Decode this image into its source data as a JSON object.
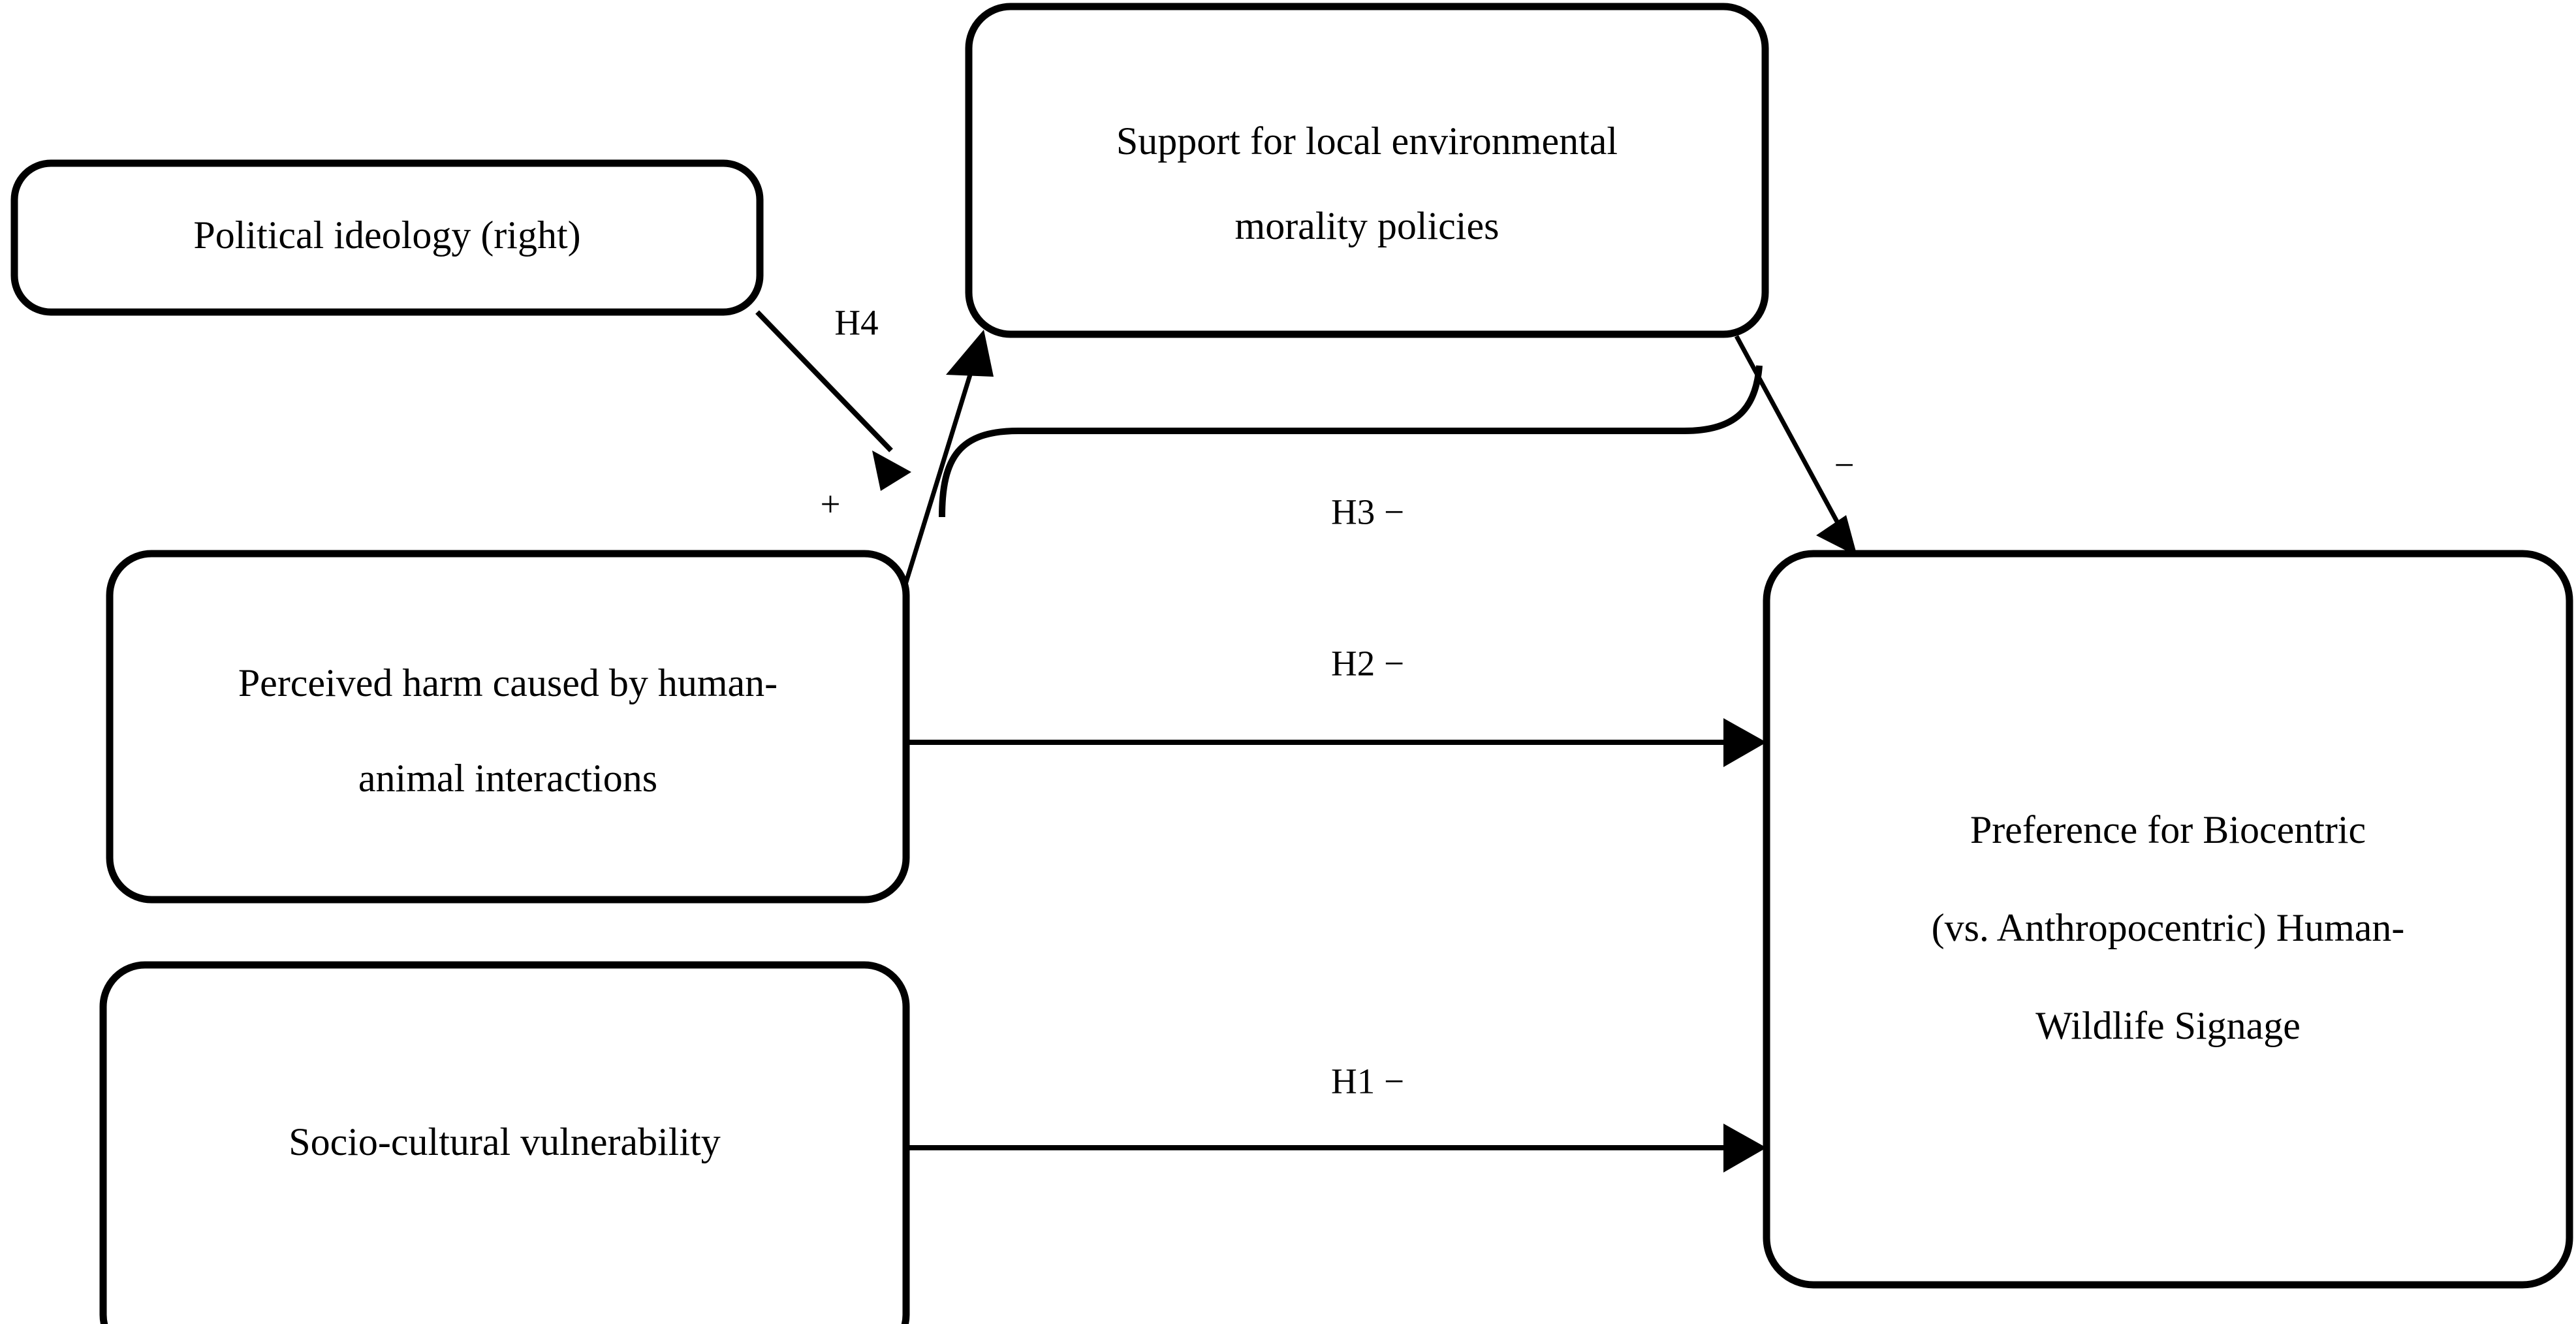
{
  "diagram": {
    "title": "Conceptual model of predictors of preference for biocentric human-wildlife signage",
    "type": "path-model",
    "background_color": "#ffffff",
    "line_color": "#000000",
    "text_color": "#000000"
  },
  "nodes": [
    {
      "id": "political-ideology",
      "lines": [
        "Political ideology (right)"
      ],
      "role": "predictor"
    },
    {
      "id": "support-policies",
      "lines": [
        "Support for local environmental",
        "morality policies"
      ],
      "role": "mediator"
    },
    {
      "id": "perceived-harm",
      "lines": [
        "Perceived harm caused by human-",
        "animal interactions"
      ],
      "role": "predictor"
    },
    {
      "id": "socio-cultural-vulnerability",
      "lines": [
        "Socio-cultural vulnerability"
      ],
      "role": "predictor"
    },
    {
      "id": "preference-signage",
      "lines": [
        "Preference for Biocentric",
        "(vs. Anthropocentric) Human-",
        "Wildlife Signage"
      ],
      "role": "outcome"
    }
  ],
  "edges": [
    {
      "id": "h4",
      "label": "H4",
      "sign": "",
      "from": "political-ideology",
      "to": "perceived-harm"
    },
    {
      "id": "harm-to-support",
      "label": "",
      "sign": "+",
      "from": "perceived-harm",
      "to": "support-policies"
    },
    {
      "id": "h3",
      "label": "H3",
      "sign": "−",
      "from": "perceived-harm",
      "to": "support-policies"
    },
    {
      "id": "h2",
      "label": "H2",
      "sign": "−",
      "from": "perceived-harm",
      "to": "preference-signage"
    },
    {
      "id": "h1",
      "label": "H1",
      "sign": "−",
      "from": "socio-cultural-vulnerability",
      "to": "preference-signage"
    },
    {
      "id": "support-to-preference",
      "label": "",
      "sign": "−",
      "from": "support-policies",
      "to": "preference-signage"
    }
  ],
  "labels": {
    "h4": "H4",
    "plus": "+",
    "h3": "H3 −",
    "h2": "H2 −",
    "h1": "H1 −",
    "minus_right": "−"
  },
  "node_text": {
    "political_ideology_l1": "Political ideology (right)",
    "support_policies_l1": "Support for local environmental",
    "support_policies_l2": "morality policies",
    "perceived_harm_l1": "Perceived harm caused by human-",
    "perceived_harm_l2": "animal interactions",
    "socio_cultural_l1": "Socio-cultural vulnerability",
    "preference_l1": "Preference for Biocentric",
    "preference_l2": "(vs. Anthropocentric) Human-",
    "preference_l3": "Wildlife Signage"
  }
}
